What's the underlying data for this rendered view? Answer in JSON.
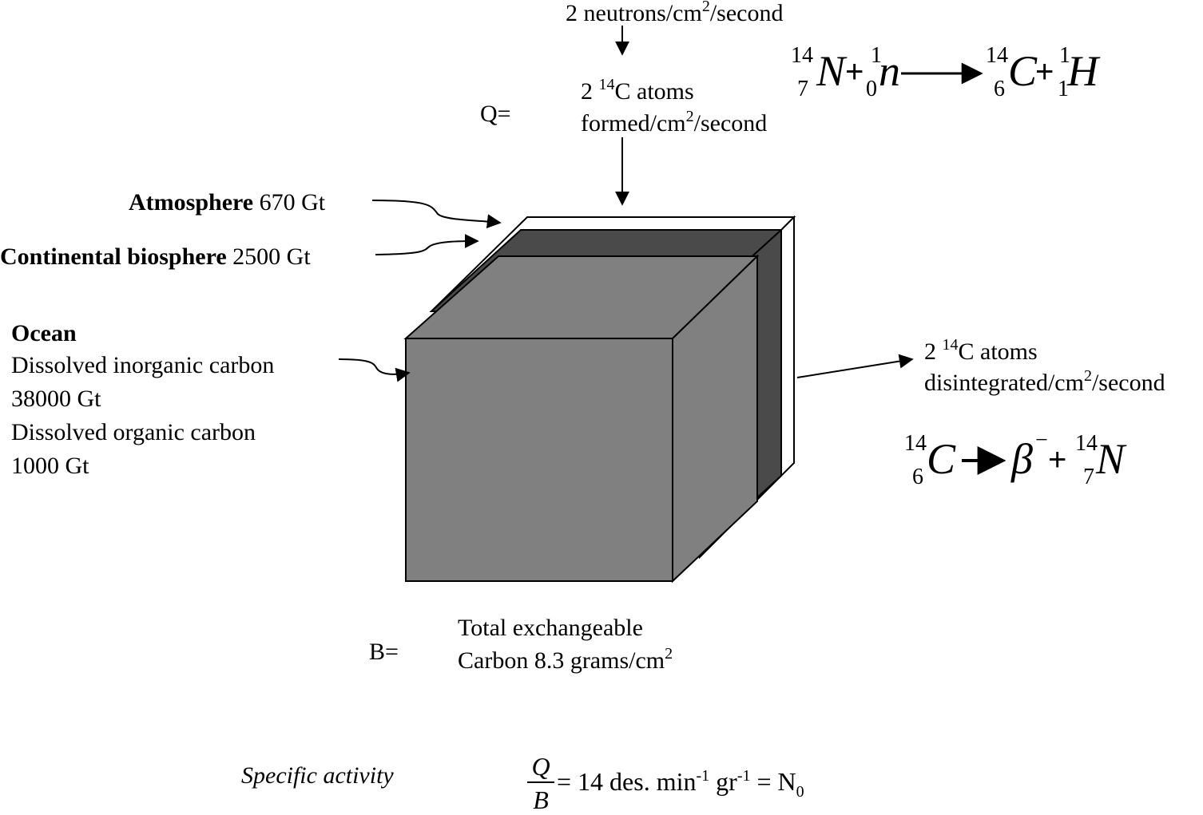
{
  "input": {
    "neutron_flux": "2 neutrons/cm",
    "neutron_flux_exp": "2",
    "neutron_flux_tail": "/second"
  },
  "q_label": "Q=",
  "formation": {
    "line1_pre": "2 ",
    "line1_sup": "14",
    "line1_post": "C atoms",
    "line2": "formed/cm",
    "line2_exp": "2",
    "line2_tail": "/second"
  },
  "reaction_formation": {
    "n_mass": "14",
    "n_num": "7",
    "n_sym": "N",
    "neutron_mass": "1",
    "neutron_num": "0",
    "neutron_sym": "n",
    "c_mass": "14",
    "c_num": "6",
    "c_sym": "C",
    "h_mass": "1",
    "h_num": "1",
    "h_sym": "H",
    "plus": "+"
  },
  "reservoirs": {
    "atmosphere": {
      "name": "Atmosphere",
      "amount": "670 Gt"
    },
    "biosphere": {
      "name": "Continental biosphere",
      "amount": "2500 Gt"
    },
    "ocean": {
      "name": "Ocean",
      "line1": "Dissolved inorganic carbon",
      "line2": "38000 Gt",
      "line3": "Dissolved organic carbon",
      "line4": "1000 Gt"
    }
  },
  "decay": {
    "line1_pre": "2 ",
    "line1_sup": "14",
    "line1_post": "C atoms",
    "line2": "disintegrated/cm",
    "line2_exp": "2",
    "line2_tail": "/second"
  },
  "reaction_decay": {
    "c_mass": "14",
    "c_num": "6",
    "c_sym": "C",
    "beta": "β",
    "beta_sup": "−",
    "plus": "+",
    "n_mass": "14",
    "n_num": "7",
    "n_sym": "N"
  },
  "b_label": "B=",
  "exchangeable": {
    "line1": "Total exchangeable",
    "line2": "Carbon 8.3 grams/cm",
    "line2_exp": "2"
  },
  "specific_activity": {
    "label": "Specific activity",
    "num": "Q",
    "den": "B",
    "eq_pre": "= 14 des. min",
    "exp1": "-1",
    "mid": " gr",
    "exp2": "-1",
    "eq_post": " = N",
    "sub": "0"
  },
  "colors": {
    "front_face": "#808080",
    "middle_layer": "#4a4a4a",
    "back_layer": "#ffffff",
    "line": "#000000"
  }
}
